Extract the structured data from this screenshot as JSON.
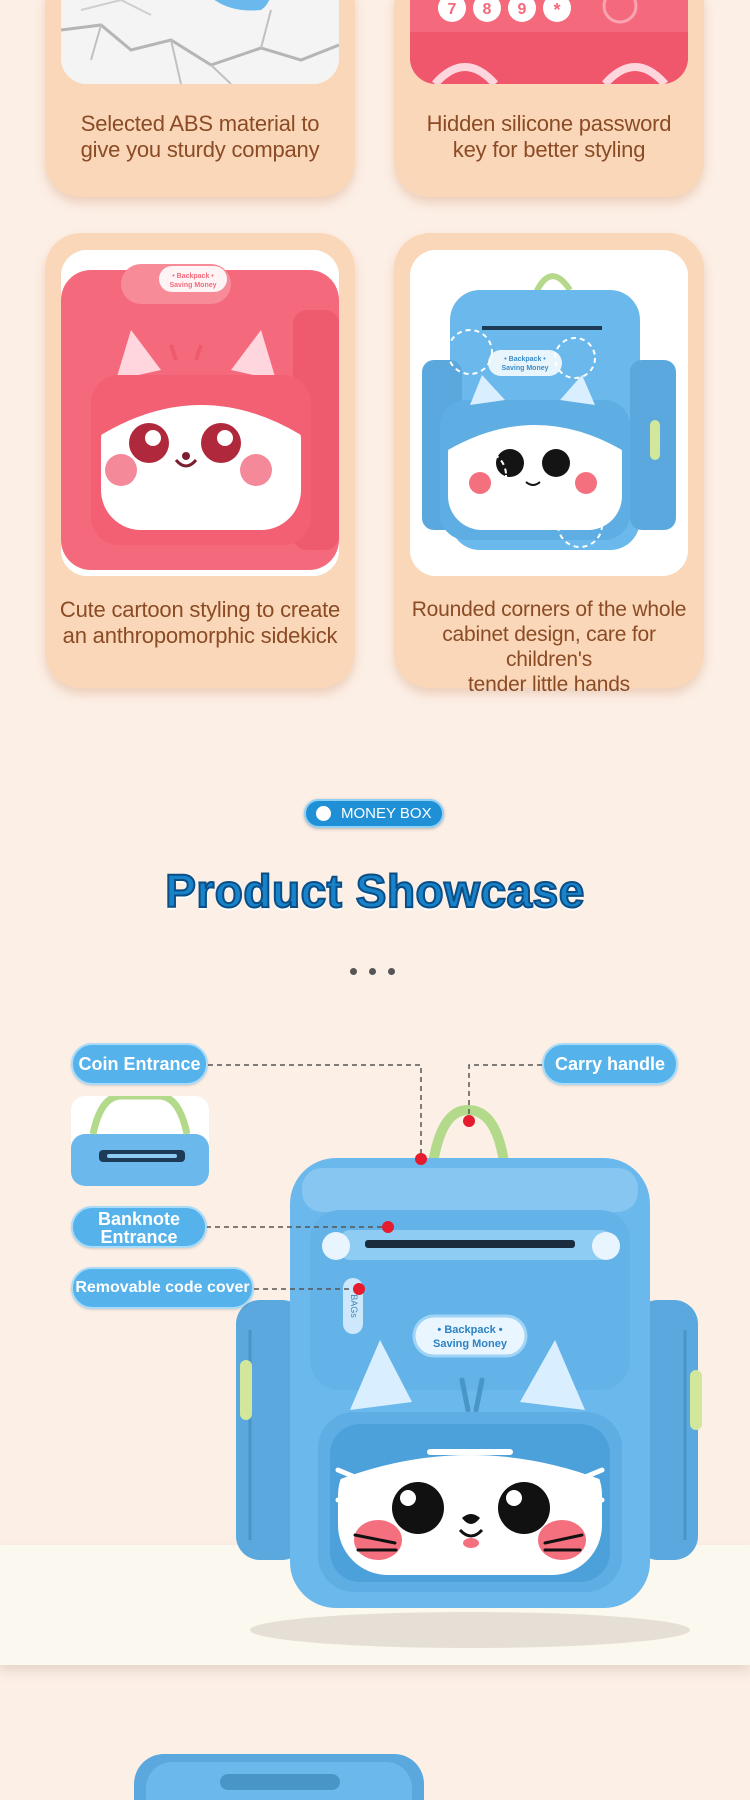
{
  "features": [
    {
      "caption_lines": [
        "Selected ABS material to",
        "give you sturdy company"
      ]
    },
    {
      "caption_lines": [
        "Hidden silicone password",
        "key for better styling"
      ]
    },
    {
      "caption_lines": [
        "Cute cartoon styling to create",
        "an anthropomorphic sidekick"
      ]
    },
    {
      "caption_lines": [
        "Rounded corners of the whole",
        "cabinet design, care for children's",
        "tender little hands"
      ]
    }
  ],
  "keypad_keys": [
    "7",
    "8",
    "9",
    "*"
  ],
  "product_label": {
    "line1": "• Backpack •",
    "line2": "Saving Money"
  },
  "bag_tag": "BAGs",
  "badge": {
    "label": "MONEY BOX"
  },
  "showcase": {
    "title": "Product Showcase",
    "callouts": {
      "coin": "Coin Entrance",
      "handle": "Carry handle",
      "banknote_line1": "Banknote",
      "banknote_line2": "Entrance",
      "code_cover": "Removable code cover"
    }
  },
  "colors": {
    "background": "#fcefe6",
    "card": "#fbd7b9",
    "caption_text": "#8a4b25",
    "accent_blue": "#1f8fd6",
    "product_blue": "#6ab8ec",
    "product_pink": "#f4707e",
    "pin_red": "#e51c2e"
  }
}
